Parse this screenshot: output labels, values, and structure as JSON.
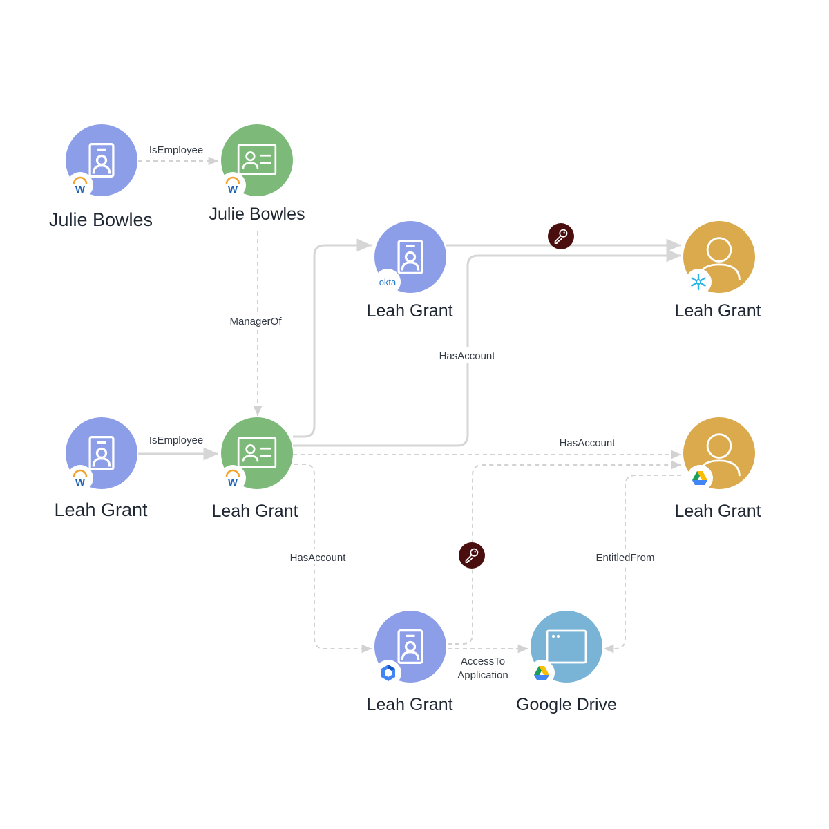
{
  "colors": {
    "identity": "#8d9ee8",
    "employee": "#7dba7a",
    "account": "#dbaa4c",
    "application": "#79b3d6",
    "edge_solid": "#d6d6d6",
    "edge_dashed": "#d2d2d2",
    "key_badge": "#4a0e0e"
  },
  "nodes": {
    "julie_identity": {
      "label": "Julie Bowles",
      "source": "workday"
    },
    "julie_employee": {
      "label": "Julie Bowles",
      "source": "workday"
    },
    "leah_okta": {
      "label": "Leah Grant",
      "source": "okta"
    },
    "leah_snowflake": {
      "label": "Leah Grant",
      "source": "snowflake"
    },
    "leah_identity": {
      "label": "Leah Grant",
      "source": "workday"
    },
    "leah_employee": {
      "label": "Leah Grant",
      "source": "workday"
    },
    "leah_gdrive_account": {
      "label": "Leah Grant",
      "source": "google-drive"
    },
    "leah_gcp": {
      "label": "Leah Grant",
      "source": "google-cloud"
    },
    "google_drive_app": {
      "label": "Google Drive",
      "source": "google-drive"
    }
  },
  "badges": {
    "okta_text": "okta",
    "workday_text": "W"
  },
  "edges": {
    "julie_is_employee": "IsEmployee",
    "manager_of": "ManagerOf",
    "leah_is_employee": "IsEmployee",
    "has_account_snowflake": "HasAccount",
    "has_account_gdrive": "HasAccount",
    "has_account_gcp": "HasAccount",
    "entitled_from": "EntitledFrom",
    "access_to_line1": "AccessTo",
    "access_to_line2": "Application"
  }
}
